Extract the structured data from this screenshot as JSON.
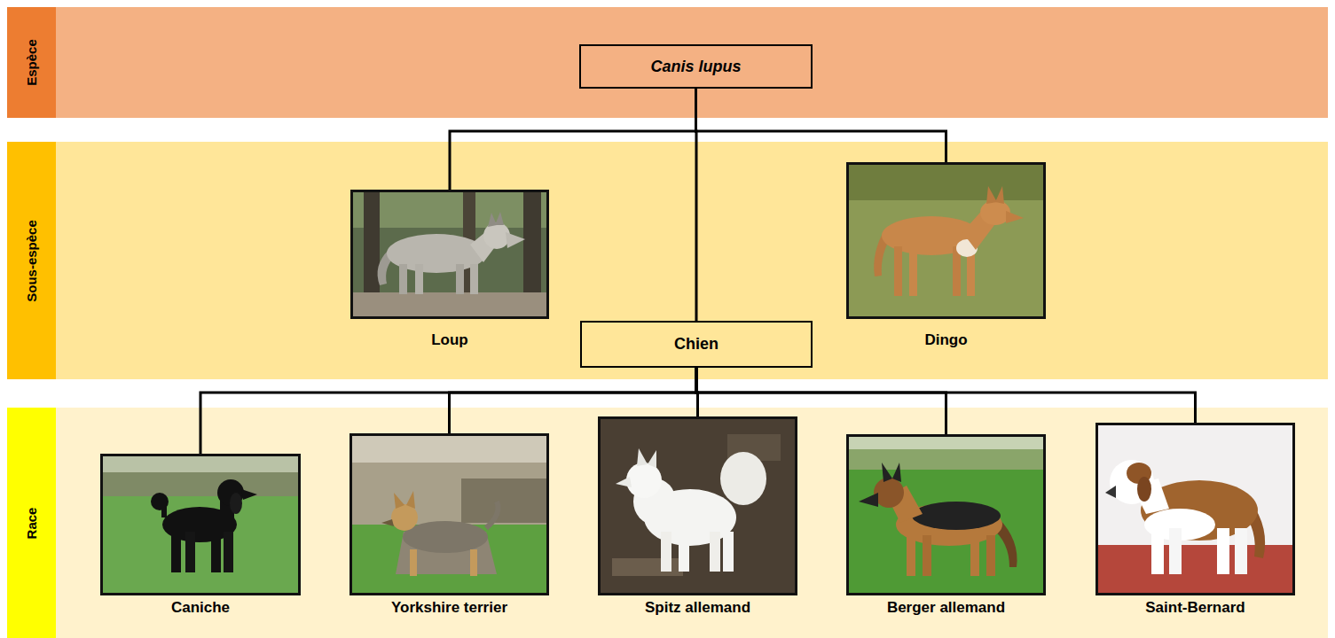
{
  "diagram": {
    "nodes": [
      {
        "text": [
          "Espèce"
        ]
      },
      {
        "text": [
          "Canis lupus"
        ],
        "in": 0
      },
      {
        "text": [
          "Sous-espèce"
        ]
      },
      {
        "text": [
          "Loup"
        ],
        "in": 2
      },
      {
        "text": [
          "Chien"
        ],
        "in": 2
      },
      {
        "text": [
          "Dingo"
        ],
        "in": 2
      },
      {
        "text": [
          "Race"
        ]
      },
      {
        "text": [
          "Caniche"
        ],
        "in": 6
      },
      {
        "text": [
          "Yorkshire terrier"
        ],
        "in": 6
      },
      {
        "text": [
          "Spitz allemand"
        ],
        "in": 6
      },
      {
        "text": [
          "Berger allemand"
        ],
        "in": 6
      },
      {
        "text": [
          "Saint-Bernard"
        ],
        "in": 6
      }
    ],
    "edges": [
      {
        "from": 1,
        "to": 3,
        "arrow": "none"
      },
      {
        "from": 1,
        "to": 4,
        "arrow": "none"
      },
      {
        "from": 1,
        "to": 5,
        "arrow": "none"
      },
      {
        "from": 4,
        "to": 7,
        "arrow": "none"
      },
      {
        "from": 4,
        "to": 8,
        "arrow": "none"
      },
      {
        "from": 4,
        "to": 9,
        "arrow": "none"
      },
      {
        "from": 4,
        "to": 10,
        "arrow": "none"
      },
      {
        "from": 4,
        "to": 11,
        "arrow": "none"
      }
    ]
  }
}
